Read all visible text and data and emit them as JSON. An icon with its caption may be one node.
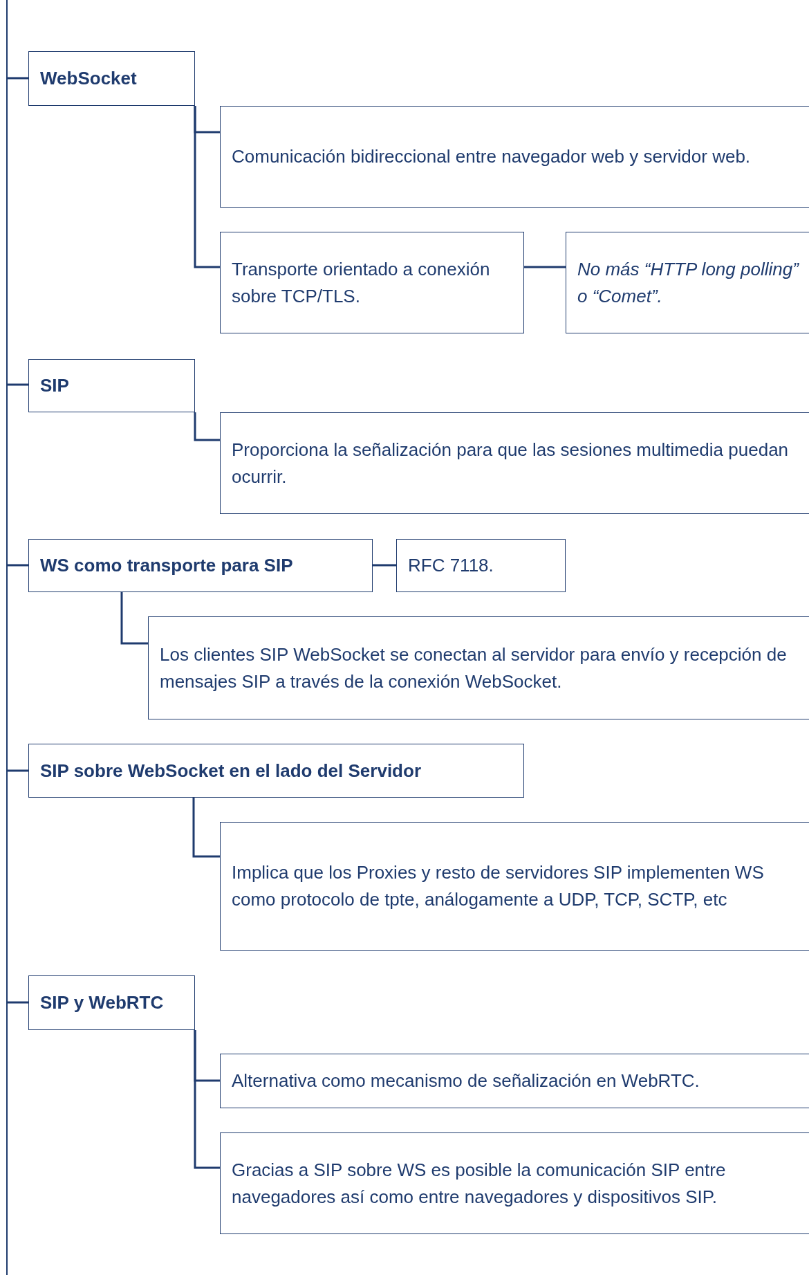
{
  "diagram": {
    "nodes": [
      {
        "text": [
          "WebSocket"
        ]
      },
      {
        "text": [
          "Comunicación bidireccional entre navegador web y servidor web."
        ]
      },
      {
        "text": [
          "Transporte orientado a conexión sobre TCP/TLS."
        ]
      },
      {
        "text": [
          "No más “HTTP long polling” o “Comet”."
        ]
      },
      {
        "text": [
          "SIP"
        ]
      },
      {
        "text": [
          "Proporciona la señalización para que las sesiones multimedia puedan ocurrir."
        ]
      },
      {
        "text": [
          "WS como transporte para SIP"
        ]
      },
      {
        "text": [
          "RFC 7118."
        ]
      },
      {
        "text": [
          "Los clientes SIP WebSocket se conectan al servidor para envío y recepción de mensajes SIP a través de la conexión WebSocket."
        ]
      },
      {
        "text": [
          "SIP sobre WebSocket en el lado del Servidor"
        ]
      },
      {
        "text": [
          "Implica que los Proxies y resto de servidores SIP implementen WS como protocolo de tpte, análogamente a UDP, TCP, SCTP, etc"
        ]
      },
      {
        "text": [
          "SIP y WebRTC"
        ]
      },
      {
        "text": [
          "Alternativa como mecanismo de señalización en WebRTC."
        ]
      },
      {
        "text": [
          "Gracias a SIP sobre WS es posible la comunicación SIP entre navegadores así como entre navegadores y dispositivos SIP."
        ]
      }
    ],
    "edges": [
      {
        "from": null,
        "to": 0,
        "arrow": "none"
      },
      {
        "from": 0,
        "to": 1,
        "arrow": "none"
      },
      {
        "from": 0,
        "to": 2,
        "arrow": "none"
      },
      {
        "from": 2,
        "to": 3,
        "arrow": "none"
      },
      {
        "from": null,
        "to": 4,
        "arrow": "none"
      },
      {
        "from": 4,
        "to": 5,
        "arrow": "none"
      },
      {
        "from": null,
        "to": 6,
        "arrow": "none"
      },
      {
        "from": 6,
        "to": 7,
        "arrow": "none"
      },
      {
        "from": 6,
        "to": 8,
        "arrow": "none"
      },
      {
        "from": null,
        "to": 9,
        "arrow": "none"
      },
      {
        "from": 9,
        "to": 10,
        "arrow": "none"
      },
      {
        "from": null,
        "to": 11,
        "arrow": "none"
      },
      {
        "from": 11,
        "to": 12,
        "arrow": "none"
      },
      {
        "from": 11,
        "to": 13,
        "arrow": "none"
      }
    ]
  }
}
